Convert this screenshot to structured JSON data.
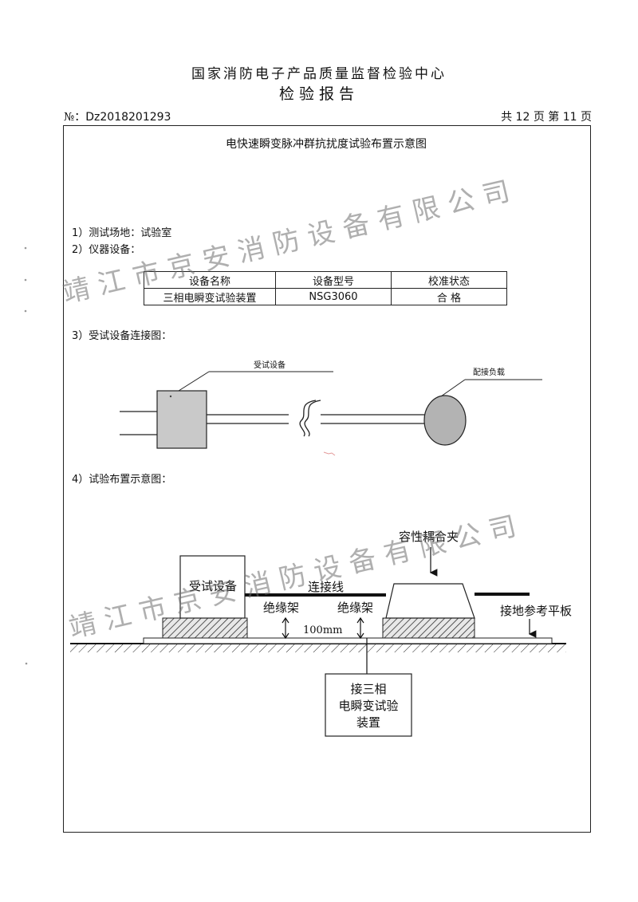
{
  "header": {
    "org": "国家消防电子产品质量监督检验中心",
    "report_title": "检验报告",
    "no_label": "№：",
    "no_value": "Dz2018201293",
    "pages": "共 12 页    第 11 页"
  },
  "page_title": "电快速瞬变脉冲群抗扰度试验布置示意图",
  "items": {
    "site": "1）测试场地：试验室",
    "equipment": "2）仪器设备：",
    "connection": "3）受试设备连接图：",
    "layout": "4）试验布置示意图："
  },
  "equipment_table": {
    "headers": [
      "设备名称",
      "设备型号",
      "校准状态"
    ],
    "rows": [
      [
        "三相电瞬变试验装置",
        "NSG3060",
        "合 格"
      ]
    ]
  },
  "connection_diagram": {
    "eut_label": "受试设备",
    "load_label": "配接负载"
  },
  "layout_diagram": {
    "coupler_label": "容性耦合夹",
    "eut_label": "受试设备",
    "cable_label": "连接线",
    "insulator_left": "绝缘架",
    "insulator_right": "绝缘架",
    "height_label": "100mm",
    "ground_plate_label": "接地参考平板",
    "generator_lines": [
      "接三相",
      "电瞬变试验",
      "装置"
    ]
  },
  "watermark": {
    "top": "靖江市京安消防设备有限公司",
    "bottom": "靖江市京安消防设备有限公司"
  },
  "colors": {
    "eut_box": "#c9c9c9",
    "load": "#b3b3b3",
    "watermark": "#8a8a8a",
    "hatch": "#333333"
  }
}
